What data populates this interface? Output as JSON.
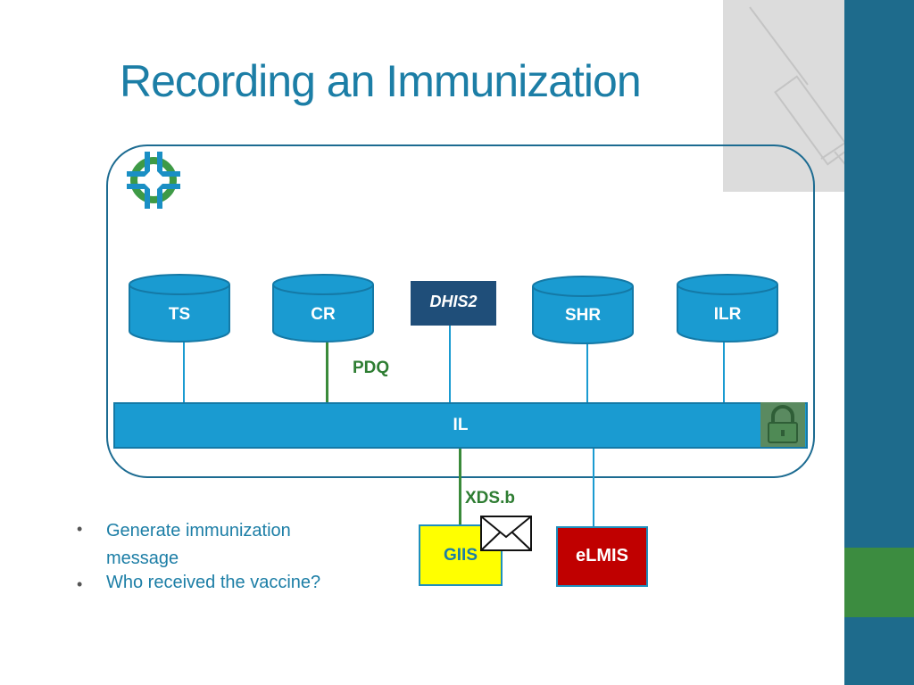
{
  "title": "Recording an Immunization",
  "nodes": {
    "ts": "TS",
    "cr": "CR",
    "dhis": "DHIS2",
    "shr": "SHR",
    "ilr": "ILR",
    "il": "IL",
    "giis": "GIIS",
    "elmis": "eLMIS"
  },
  "protocols": {
    "pdq": "PDQ",
    "xds": "XDS.b"
  },
  "bullets": [
    "Generate immunization message",
    "Who received the vaccine?"
  ],
  "colors": {
    "accent": "#1c7ea6",
    "node_fill": "#1a9bd1",
    "node_border": "#1479a6",
    "protocol_green": "#2e7d32",
    "giis_fill": "#ffff00",
    "elmis_fill": "#c00000",
    "side_bar": "#1e6b8c",
    "side_green": "#3c8c40"
  },
  "icons": {
    "openhie_logo": "openhie-logo-icon",
    "lock": "padlock-icon",
    "envelope": "envelope-icon",
    "syringe": "syringe-icon"
  }
}
